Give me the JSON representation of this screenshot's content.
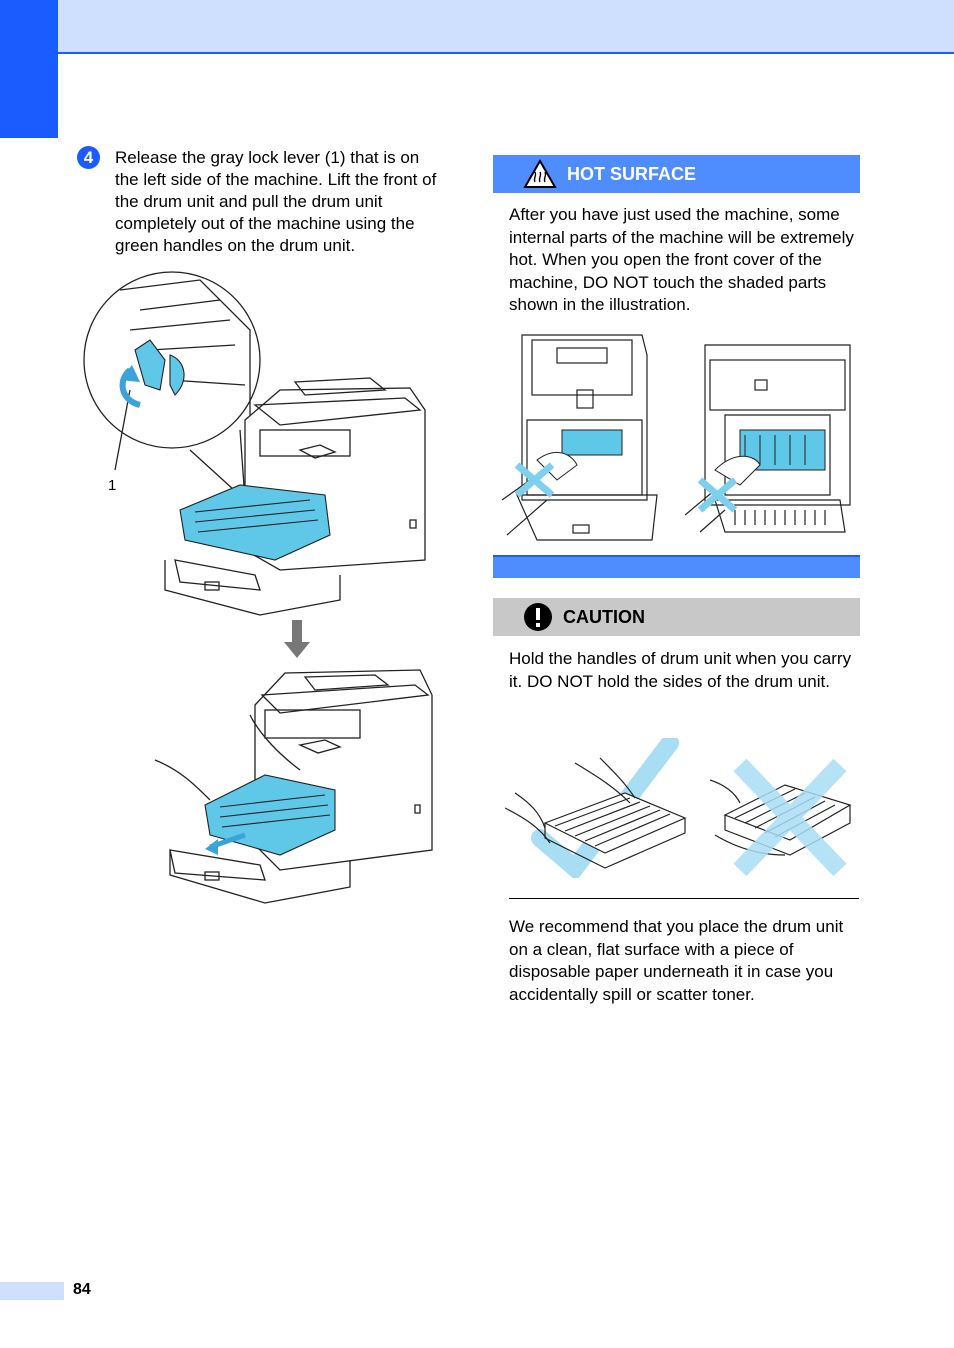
{
  "step": {
    "number": "4",
    "text": "Release the gray lock lever (1) that is on the left side of the machine. Lift the front of the drum unit and pull the drum unit completely out of the machine using the green handles on the drum unit.",
    "callout_label": "1"
  },
  "hot_surface": {
    "title": "HOT SURFACE",
    "text": "After you have just used the machine, some internal parts of the machine will be extremely hot. When you open the front cover of the machine, DO NOT touch the shaded parts shown in the illustration."
  },
  "caution": {
    "title": "CAUTION",
    "text": "Hold the handles of drum unit when you carry it. DO NOT hold the sides of the drum unit."
  },
  "note": {
    "text": "We recommend that you place the drum unit on a clean, flat surface with a piece of disposable paper underneath it in case you accidentally spill or scatter toner."
  },
  "footer": {
    "page_number": "84"
  },
  "colors": {
    "brand_blue": "#1a5cff",
    "light_blue": "#cfe0ff",
    "warn_blue": "#4f8dff",
    "highlight_cyan": "#5fc7e8"
  }
}
